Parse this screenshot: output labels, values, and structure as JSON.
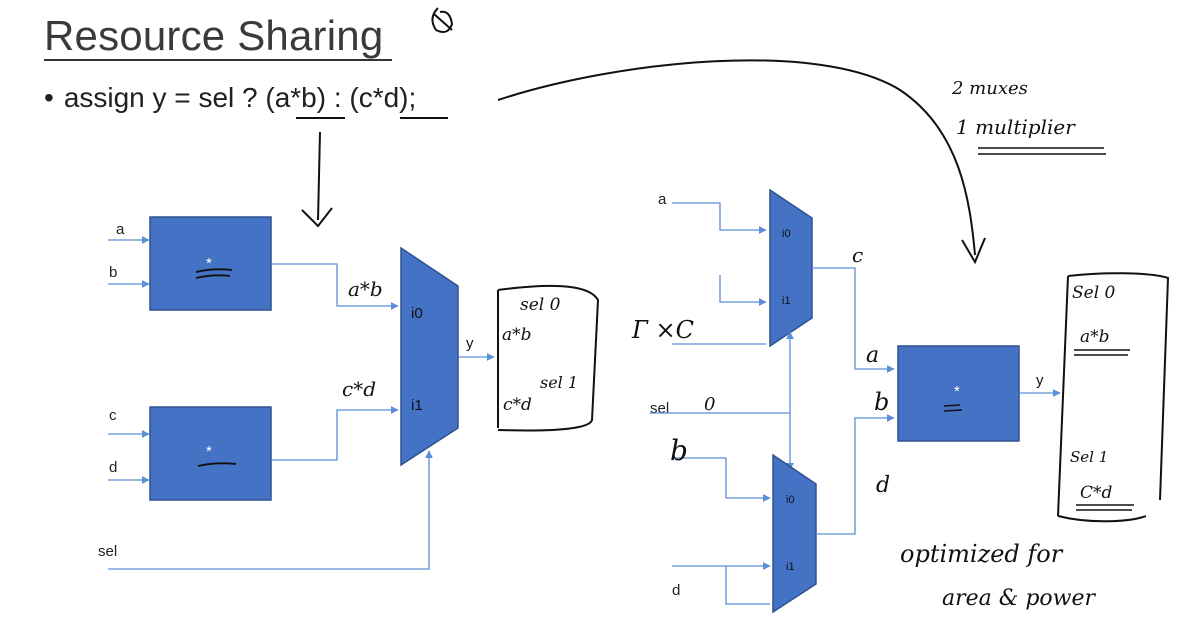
{
  "slide": {
    "title": "Resource Sharing",
    "bullet": "•",
    "code": "assign y = sel ? (a*b) : (c*d);"
  },
  "left_circuit": {
    "inputs": {
      "a": "a",
      "b": "b",
      "c": "c",
      "d": "d",
      "sel": "sel"
    },
    "multiplier_symbol": "*",
    "mux_ports": {
      "i0": "i0",
      "i1": "i1",
      "y": "y"
    },
    "annotations": {
      "in0": "a*b",
      "in1": "c*d",
      "note_sel0": "sel 0",
      "note_ab": "a*b",
      "note_sel1": "sel 1",
      "note_cd": "c*d"
    }
  },
  "right_circuit": {
    "inputs": {
      "a": "a",
      "b": "b",
      "c": "c",
      "d": "d",
      "sel": "sel"
    },
    "top_mux_ports": {
      "i0": "i0",
      "i1": "i1"
    },
    "bottom_mux_ports": {
      "i0": "i0",
      "i1": "i1"
    },
    "multiplier_symbol": "*",
    "output": "y",
    "annotations": {
      "crossed_c": "Г ×C",
      "sel_zero": "0",
      "b_hand": "b",
      "out_top": "c",
      "mul_a": "a",
      "mul_b": "b",
      "out_bottom": "d",
      "note_sel0": "Sel 0",
      "note_ab": "a*b",
      "note_sel1": "Sel 1",
      "note_cd": "C*d",
      "optimized_1": "optimized for",
      "optimized_2": "area & power"
    }
  },
  "summary": {
    "muxes": "2 muxes",
    "multiplier": "1 multiplier"
  },
  "colors": {
    "block": "#4472c4",
    "block_edge": "#2f528f",
    "wire": "#5b8fd6",
    "ink": "#111111"
  }
}
